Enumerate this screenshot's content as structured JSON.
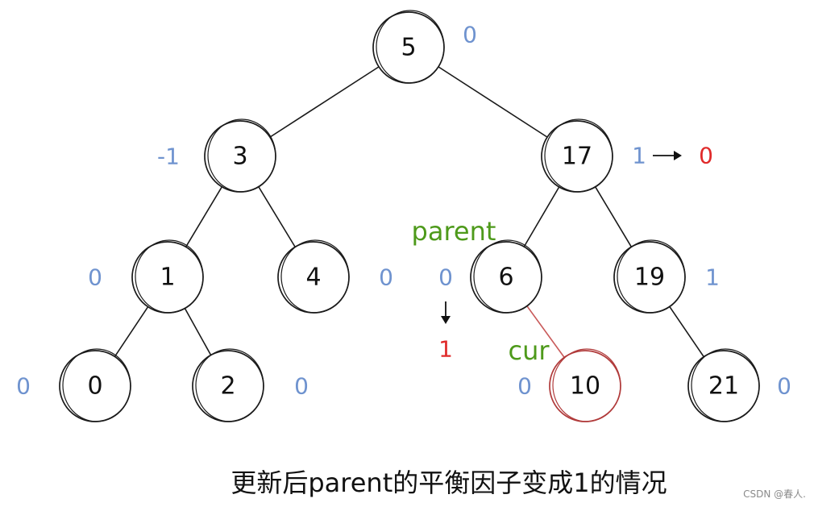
{
  "diagram": {
    "nodes": [
      {
        "id": "n5",
        "label": "5"
      },
      {
        "id": "n3",
        "label": "3"
      },
      {
        "id": "n17",
        "label": "17"
      },
      {
        "id": "n1",
        "label": "1"
      },
      {
        "id": "n4",
        "label": "4"
      },
      {
        "id": "n6",
        "label": "6"
      },
      {
        "id": "n19",
        "label": "19"
      },
      {
        "id": "n0",
        "label": "0"
      },
      {
        "id": "n2",
        "label": "2"
      },
      {
        "id": "n10",
        "label": "10",
        "highlight": "#c85050"
      },
      {
        "id": "n21",
        "label": "21"
      }
    ],
    "edges": [
      [
        "n5",
        "n3"
      ],
      [
        "n5",
        "n17"
      ],
      [
        "n3",
        "n1"
      ],
      [
        "n3",
        "n4"
      ],
      [
        "n17",
        "n6"
      ],
      [
        "n17",
        "n19"
      ],
      [
        "n1",
        "n0"
      ],
      [
        "n1",
        "n2"
      ],
      [
        "n6",
        "n10"
      ],
      [
        "n19",
        "n21"
      ]
    ],
    "balance_factors": [
      {
        "node": "n5",
        "value": "0"
      },
      {
        "node": "n3",
        "value": "-1"
      },
      {
        "node": "n17",
        "value": "1",
        "new_value": "0"
      },
      {
        "node": "n1",
        "value": "0"
      },
      {
        "node": "n4",
        "value": "0"
      },
      {
        "node": "n6",
        "value": "0",
        "new_value": "1"
      },
      {
        "node": "n19",
        "value": "1"
      },
      {
        "node": "n0",
        "value": "0"
      },
      {
        "node": "n2",
        "value": "0"
      },
      {
        "node": "n10",
        "value": "0"
      },
      {
        "node": "n21",
        "value": "0"
      }
    ],
    "labels": {
      "parent": "parent",
      "cur": "cur"
    },
    "caption": "更新后parent的平衡因子变成1的情况",
    "watermark": "CSDN @春人."
  },
  "colors": {
    "balance_factor": "#6f93cf",
    "updated_value": "#e02a2a",
    "annotation": "#4e9a1b",
    "highlight_node": "#c85050"
  }
}
